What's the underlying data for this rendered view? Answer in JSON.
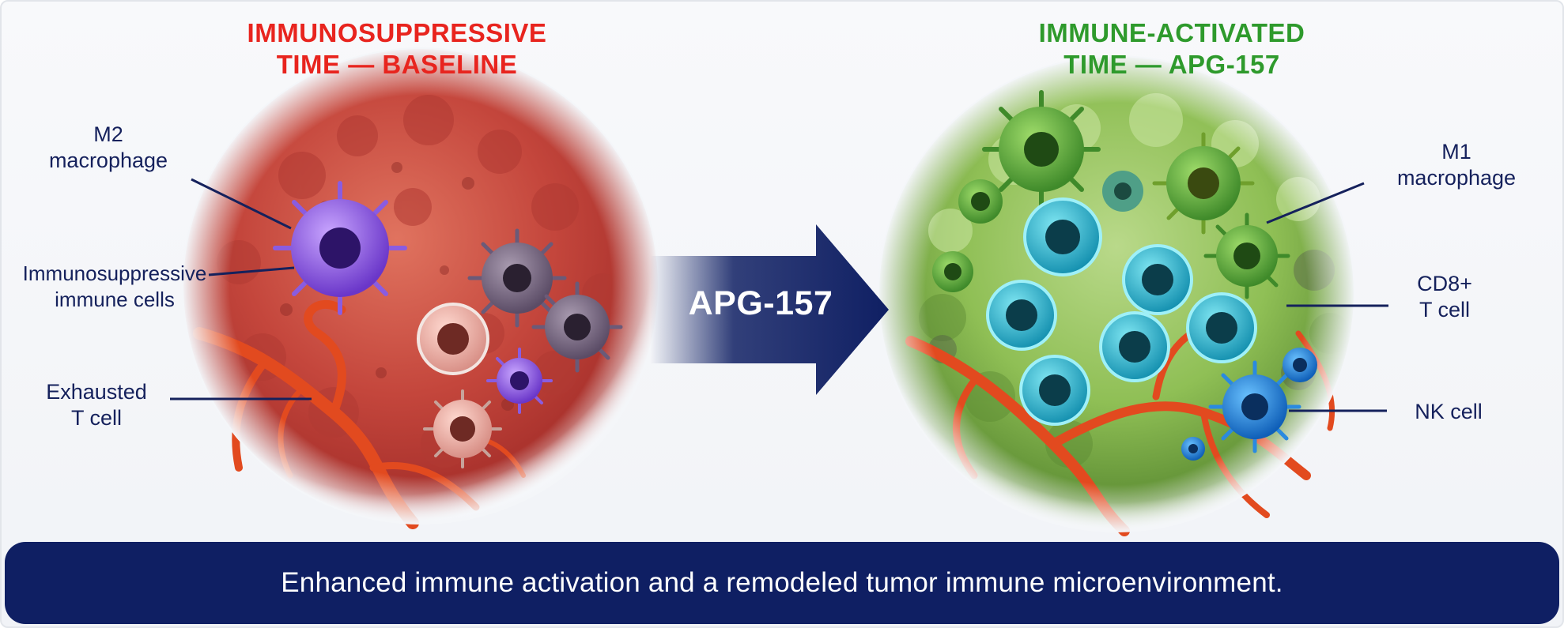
{
  "titles": {
    "left": {
      "line1": "IMMUNOSUPPRESSIVE",
      "line2": "TIME — BASELINE"
    },
    "right": {
      "line1": "IMMUNE-ACTIVATED",
      "line2": "TIME — APG-157"
    }
  },
  "arrow": {
    "label": "APG-157"
  },
  "left_labels": {
    "m2": {
      "line1": "M2",
      "line2": "macrophage"
    },
    "immunosuppressive": {
      "line1": "Immunosuppressive",
      "line2": "immune cells"
    },
    "exhausted": {
      "line1": "Exhausted",
      "line2": "T cell"
    }
  },
  "right_labels": {
    "m1": {
      "line1": "M1",
      "line2": "macrophage"
    },
    "cd8": {
      "line1": "CD8+",
      "line2": "T cell"
    },
    "nk": {
      "line1": "NK cell"
    }
  },
  "banner": {
    "text": "Enhanced immune activation and a remodeled tumor immune microenvironment."
  },
  "colors": {
    "title_red": "#e8241e",
    "title_green": "#2e9a2c",
    "navy": "#0f1f63",
    "label_text": "#15215c",
    "tumor_red": "#c4463c",
    "tumor_green": "#8fbf55",
    "vessel": "#e24a1f",
    "cd8_cyan": "#1fb1c9"
  },
  "icons": [
    "m2-macrophage-cell",
    "suppressive-cell",
    "exhausted-t-cell",
    "m1-macrophage-cell",
    "cd8-t-cell",
    "nk-cell",
    "blood-vessel"
  ]
}
